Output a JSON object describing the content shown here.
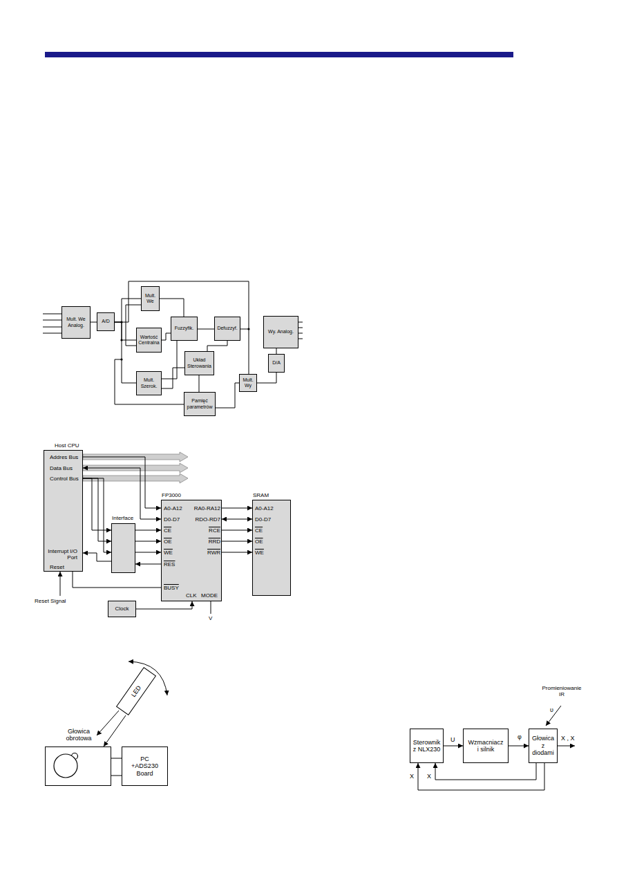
{
  "diagram": {
    "nodes": [
      {
        "text": [
          "Mult. We Analog."
        ]
      },
      {
        "text": [
          "A/D"
        ]
      },
      {
        "text": [
          "Mult. We"
        ]
      },
      {
        "text": [
          "Wartość Centralna"
        ]
      },
      {
        "text": [
          "Fuzzyfik."
        ]
      },
      {
        "text": [
          "Defuzzyf."
        ]
      },
      {
        "text": [
          "Układ Sterowania"
        ]
      },
      {
        "text": [
          "Mult. Szerok."
        ]
      },
      {
        "text": [
          "Pamięć parametrów"
        ]
      },
      {
        "text": [
          "Mult. Wy"
        ]
      },
      {
        "text": [
          "D/A"
        ]
      },
      {
        "text": [
          "Wy. Analog."
        ]
      },
      {
        "text": [
          "Host CPU",
          "Addres Bus",
          "Data Bus",
          "Control Bus",
          "Interrupt I/O Port",
          "Reset"
        ]
      },
      {
        "text": [
          "Interface"
        ]
      },
      {
        "text": [
          "FP3000",
          "A0-A12",
          "RA0-RA12",
          "D0-D7",
          "RDO-RD7",
          "CE",
          "RCE",
          "OE",
          "RRD",
          "WE",
          "RWR",
          "RES",
          "BUSY",
          "CLK",
          "MODE"
        ]
      },
      {
        "text": [
          "SRAM",
          "A0-A12",
          "D0-D7",
          "CE",
          "OE",
          "WE"
        ]
      },
      {
        "text": [
          "Clock"
        ]
      },
      {
        "text": [
          "LED"
        ]
      },
      {
        "text": [
          "Głowica obrotowa"
        ]
      },
      {
        "text": [
          "PC +ADS230 Board"
        ]
      },
      {
        "text": [
          "Sterownik z NLX230"
        ]
      },
      {
        "text": [
          "Wzmacniacz i silnik"
        ]
      },
      {
        "text": [
          "Głowica z diodami"
        ]
      }
    ],
    "edges": [
      {
        "from": 0,
        "to": 1,
        "arrow": "none"
      },
      {
        "from": 1,
        "to": 2,
        "arrow": "none"
      },
      {
        "from": 1,
        "to": 3,
        "arrow": "none"
      },
      {
        "from": 1,
        "to": 7,
        "arrow": "none"
      },
      {
        "from": 2,
        "to": 4,
        "arrow": "none"
      },
      {
        "from": 3,
        "to": 4,
        "arrow": "none"
      },
      {
        "from": 7,
        "to": 4,
        "arrow": "none"
      },
      {
        "from": 4,
        "to": 5,
        "arrow": "none"
      },
      {
        "from": 5,
        "to": 6,
        "arrow": "none"
      },
      {
        "from": 6,
        "to": 7,
        "arrow": "none"
      },
      {
        "from": 6,
        "to": 8,
        "arrow": "none"
      },
      {
        "from": 5,
        "to": 9,
        "arrow": "none"
      },
      {
        "from": 9,
        "to": 10,
        "arrow": "none"
      },
      {
        "from": 10,
        "to": 11,
        "arrow": "none"
      },
      {
        "from": 12,
        "to": 13,
        "arrow": "to"
      },
      {
        "from": 12,
        "to": 13,
        "arrow": "to"
      },
      {
        "from": 12,
        "to": 13,
        "arrow": "to"
      },
      {
        "from": 13,
        "to": 14,
        "arrow": "to"
      },
      {
        "from": 13,
        "to": 14,
        "arrow": "to"
      },
      {
        "from": 13,
        "to": 14,
        "arrow": "to"
      },
      {
        "from": 14,
        "to": 13,
        "arrow": "to"
      },
      {
        "from": 13,
        "to": 12,
        "arrow": "to"
      },
      {
        "from": 14,
        "to": 12,
        "arrow": "none"
      },
      {
        "from": 12,
        "to": 14,
        "arrow": "to"
      },
      {
        "from": 12,
        "to": 14,
        "arrow": "both"
      },
      {
        "from": 14,
        "to": 15,
        "arrow": "to"
      },
      {
        "from": 14,
        "to": 15,
        "arrow": "both"
      },
      {
        "from": 14,
        "to": 15,
        "arrow": "to"
      },
      {
        "from": 14,
        "to": 15,
        "arrow": "to"
      },
      {
        "from": 14,
        "to": 15,
        "arrow": "to"
      },
      {
        "from": 16,
        "to": 14,
        "arrow": "to"
      },
      {
        "from": 17,
        "to": 18,
        "arrow": "to"
      },
      {
        "from": 18,
        "to": 19,
        "arrow": "none"
      },
      {
        "from": 18,
        "to": 19,
        "arrow": "none"
      },
      {
        "from": 20,
        "to": 21,
        "label": "U",
        "arrow": "to"
      },
      {
        "from": 21,
        "to": 22,
        "label": "φ",
        "arrow": "to"
      },
      {
        "from": 22,
        "to": 20,
        "label": "X",
        "arrow": "to"
      },
      {
        "from": 22,
        "to": 20,
        "label": "X",
        "arrow": "to"
      }
    ],
    "labels": [
      "Reset Signal",
      "V",
      "Promieniowanie IR",
      "υ",
      "X , X"
    ]
  }
}
